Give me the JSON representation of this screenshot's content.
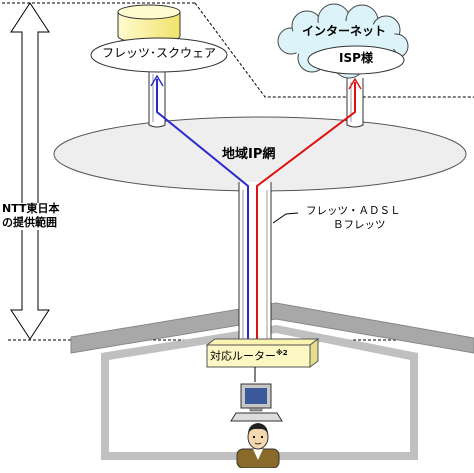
{
  "labels": {
    "flets_square": "フレッツ･スクウェア",
    "internet": "インターネット",
    "isp": "ISP様",
    "regional_ip_network": "地域IP網",
    "flets_adsl": "フレッツ・ＡＤＳＬ",
    "b_flets": "Ｂフレッツ",
    "ntt_east_scope_line1": "NTT東日本",
    "ntt_east_scope_line2": "の提供範囲",
    "router": "対応ルーター",
    "router_note": "※2"
  },
  "colors": {
    "line_blue": "#2a2ad0",
    "line_red": "#e01010",
    "cloud_fill": "#ddf3fa",
    "db_fill": "#fff6a6",
    "router_fill": "#fdf7c4",
    "house_gray": "#a8a8a8"
  },
  "icons": [
    "database-icon",
    "cloud-icon",
    "computer-icon",
    "person-icon",
    "double-arrow-icon"
  ]
}
